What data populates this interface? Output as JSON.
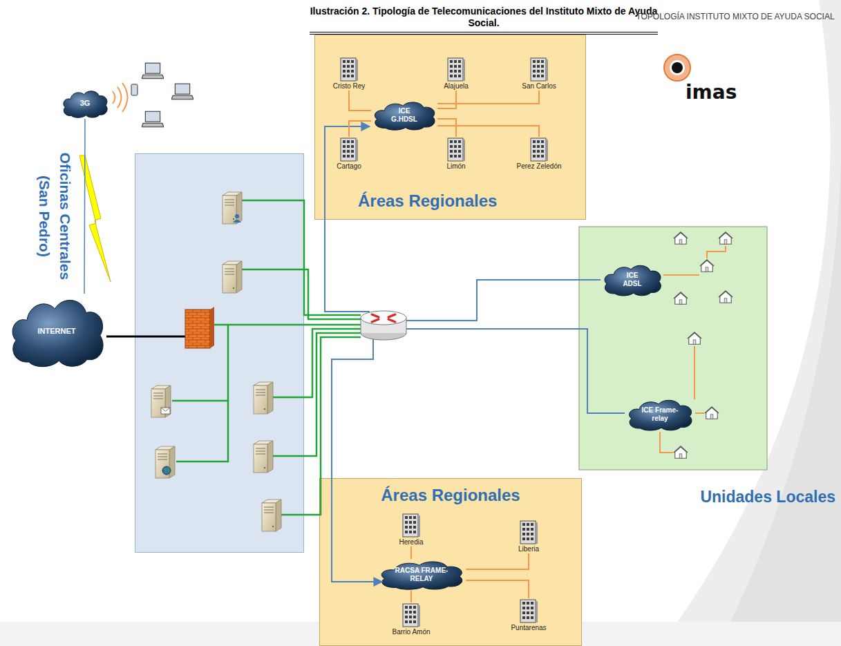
{
  "diagram": {
    "title": "Ilustración 2. Tipología de Telecomunicaciones del Instituto Mixto de Ayuda Social.",
    "nodes": [
      {
        "text": [
          "Áreas Regionales"
        ]
      },
      {
        "text": [
          "Cristo Rey"
        ],
        "in": 0
      },
      {
        "text": [
          "Alajuela"
        ],
        "in": 0
      },
      {
        "text": [
          "San Carlos"
        ],
        "in": 0
      },
      {
        "text": [
          "ICE G.HDSL"
        ],
        "in": 0
      },
      {
        "text": [
          "Cartago"
        ],
        "in": 0
      },
      {
        "text": [
          "Limón"
        ],
        "in": 0
      },
      {
        "text": [
          "Perez Zeledón"
        ],
        "in": 0
      },
      {
        "text": [
          "3G"
        ]
      },
      {
        "text": [
          "Oficinas Centrales (San Pedro)"
        ]
      },
      {
        "text": [
          "INTERNET"
        ]
      },
      {
        "text": [
          "ICE ADSL"
        ]
      },
      {
        "text": [
          "ICE Frame-relay"
        ]
      },
      {
        "text": [
          "Áreas Regionales"
        ]
      },
      {
        "text": [
          "Heredia"
        ],
        "in": 13
      },
      {
        "text": [
          "Liberia"
        ],
        "in": 13
      },
      {
        "text": [
          "RACSA FRAME-RELAY"
        ],
        "in": 13
      },
      {
        "text": [
          "Barrio Amón"
        ],
        "in": 13
      },
      {
        "text": [
          "Puntarenas"
        ],
        "in": 13
      }
    ],
    "edges": [
      {
        "from": 10,
        "to": 8,
        "arrow": "none"
      },
      {
        "from": 4,
        "to": 1,
        "arrow": "none"
      },
      {
        "from": 4,
        "to": 2,
        "arrow": "none"
      },
      {
        "from": 4,
        "to": 3,
        "arrow": "none"
      },
      {
        "from": 4,
        "to": 5,
        "arrow": "none"
      },
      {
        "from": 4,
        "to": 6,
        "arrow": "none"
      },
      {
        "from": 4,
        "to": 7,
        "arrow": "none"
      },
      {
        "from": 16,
        "to": 14,
        "arrow": "none"
      },
      {
        "from": 16,
        "to": 15,
        "arrow": "none"
      },
      {
        "from": 16,
        "to": 17,
        "arrow": "none"
      },
      {
        "from": 16,
        "to": 18,
        "arrow": "none"
      }
    ],
    "labels": [
      "TOPOLOGÍA INSTITUTO MIXTO DE AYUDA SOCIAL",
      "imas",
      "Unidades Locales"
    ]
  }
}
